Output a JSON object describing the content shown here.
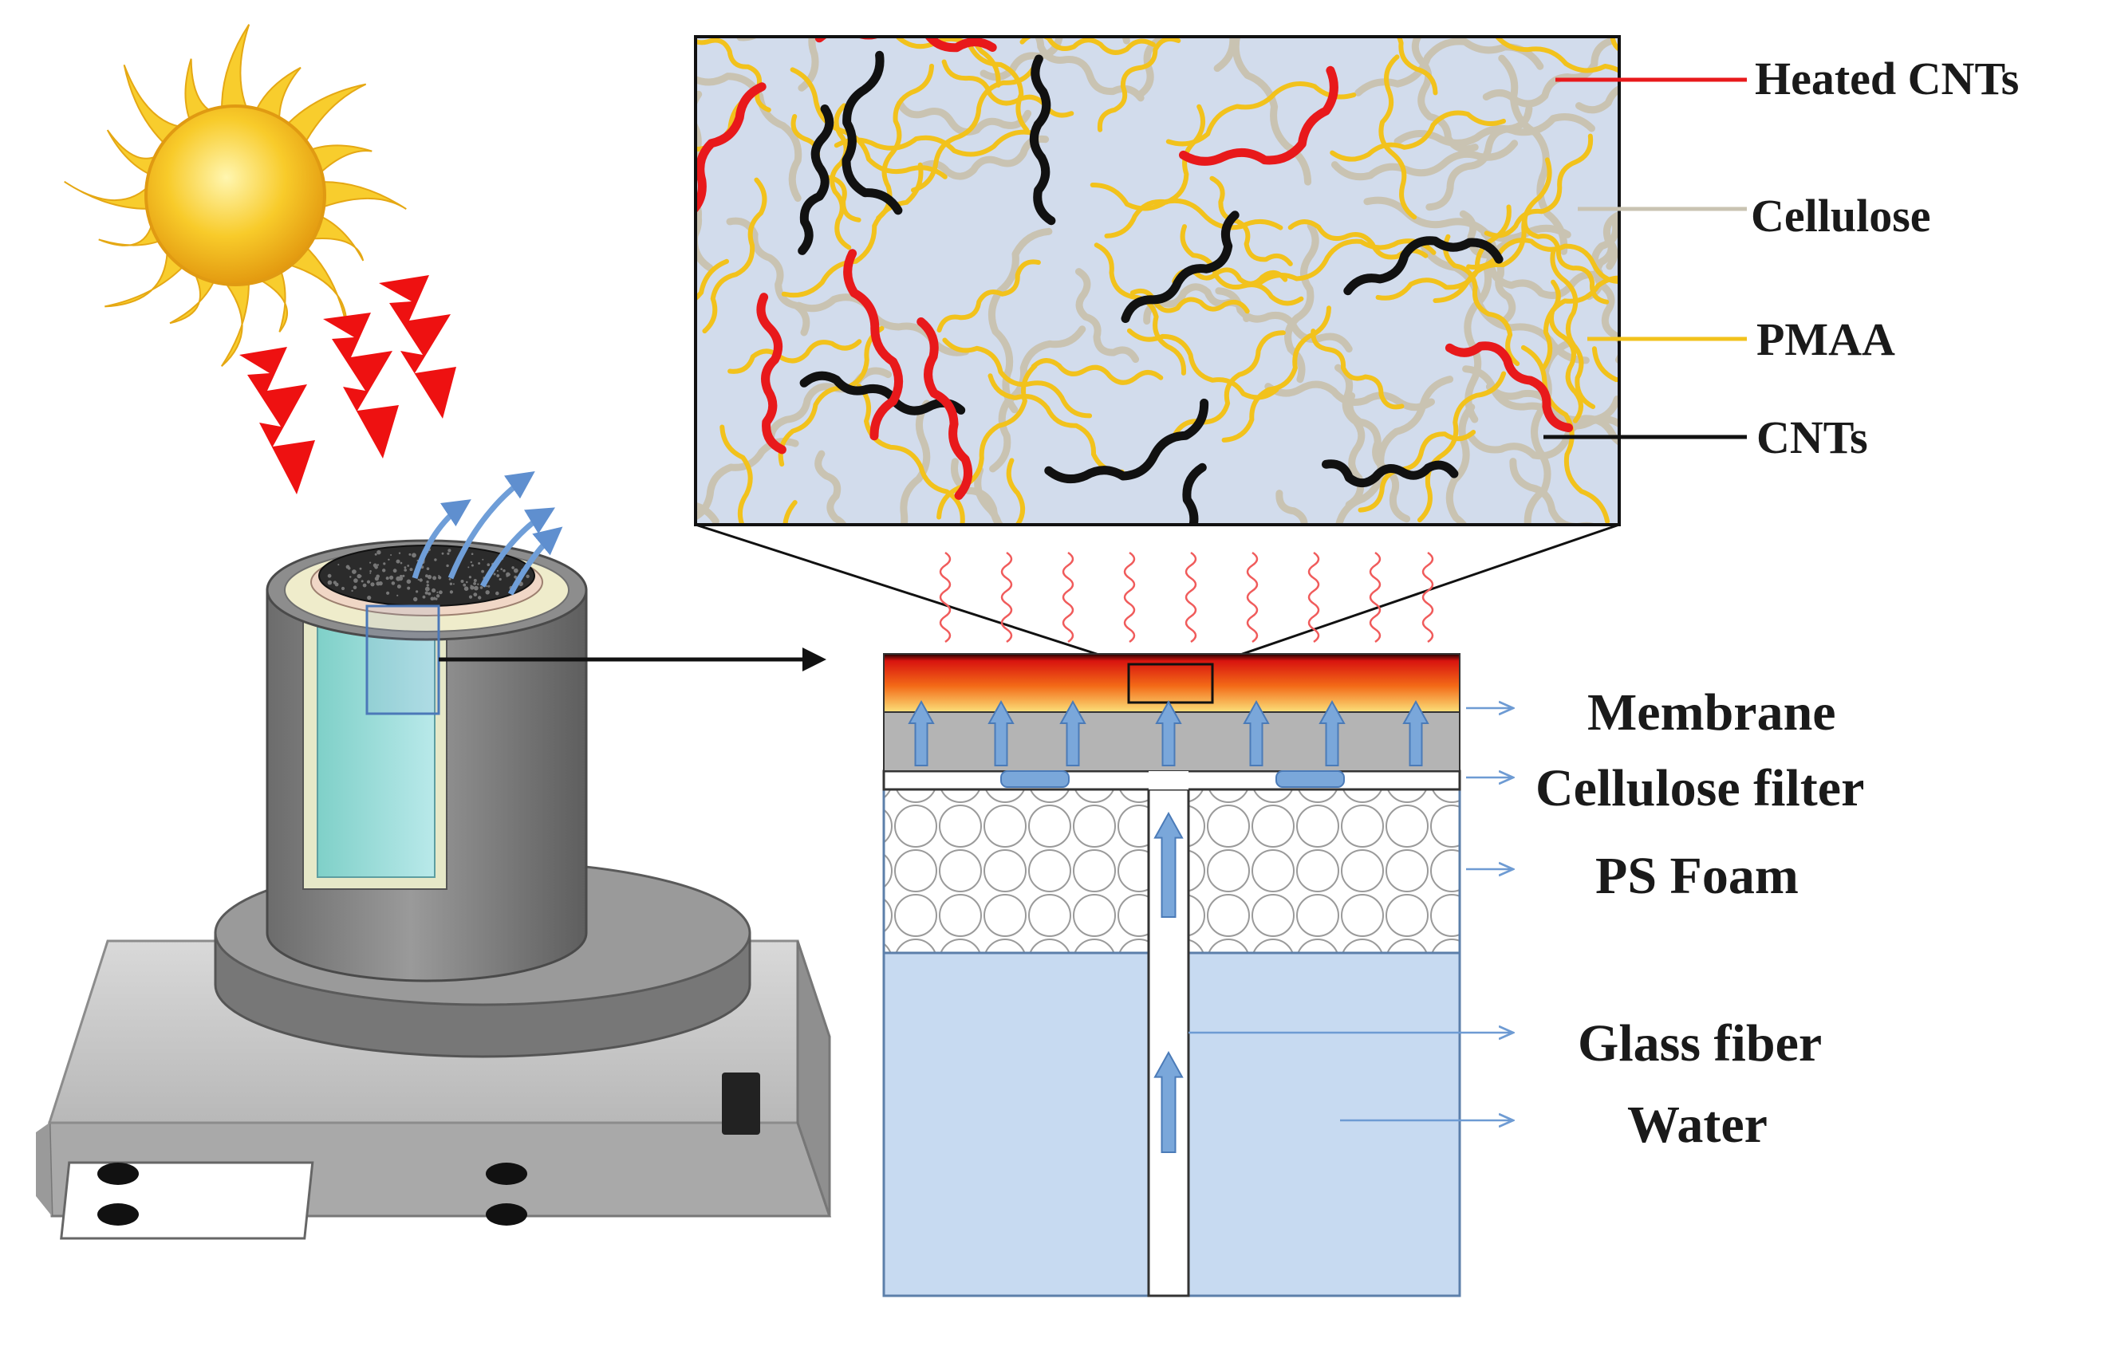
{
  "labels": {
    "heated_cnts": "Heated CNTs",
    "cellulose": "Cellulose",
    "pmaa": "PMAA",
    "cnts": "CNTs",
    "membrane": "Membrane",
    "cellulose_filter": "Cellulose filter",
    "ps_foam": "PS Foam",
    "glass_fiber": "Glass fiber",
    "water": "Water"
  },
  "colors": {
    "heated_cnts": "#e8191b",
    "cellulose": "#c9c3b2",
    "pmaa": "#f2c21c",
    "cnts": "#111111",
    "water": "#c7daf1",
    "foam_gray": "#b0b0b0",
    "sun": "#f7c51f",
    "lightning": "#ee1111"
  }
}
